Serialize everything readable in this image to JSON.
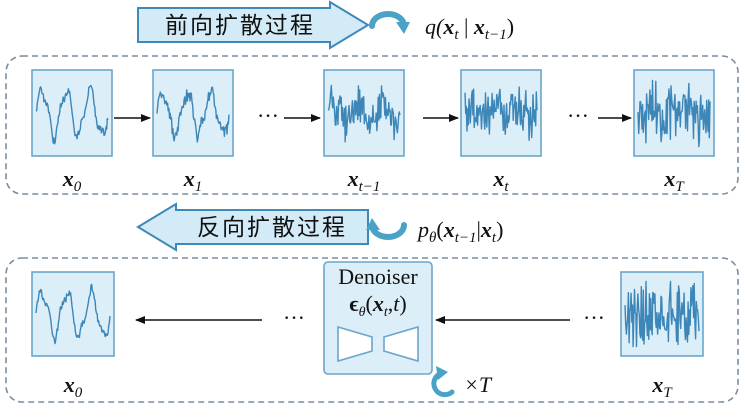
{
  "forward": {
    "label": "前向扩散过程",
    "formula": {
      "fn": "q(",
      "x": "x",
      "t": "t",
      "sep": " | ",
      "tm1": "t−1",
      "close": ")"
    },
    "frames": [
      {
        "name": "x",
        "sub": "0"
      },
      {
        "name": "x",
        "sub": "1"
      },
      {
        "name": "x",
        "sub": "t−1"
      },
      {
        "name": "x",
        "sub": "t"
      },
      {
        "name": "x",
        "sub": "T"
      }
    ],
    "ellipsis": "···"
  },
  "reverse": {
    "label": "反向扩散过程",
    "formula": {
      "p": "p",
      "theta": "θ",
      "open": "(",
      "x": "x",
      "tm1": "t−1",
      "bar": "|",
      "t": "t",
      "close": ")"
    },
    "frames": [
      {
        "name": "x",
        "sub": "0"
      },
      {
        "name": "x",
        "sub": "T"
      }
    ],
    "ellipsis": "···",
    "denoiser": {
      "title": "Denoiser",
      "eps": "ϵ",
      "theta": "θ",
      "open": "(",
      "x": "x",
      "t": "t",
      "comma": ",",
      "t2": "t",
      "close": ")"
    },
    "repeat": "×T"
  },
  "colors": {
    "accent": "#4aa3c7",
    "panel_fill": "#dceef8",
    "panel_stroke": "#6aa6cc",
    "signal": "#3d86b8",
    "banner_fill": "#d3eaf7",
    "banner_stroke": "#3f88b8",
    "dashed": "#7a8da0"
  }
}
